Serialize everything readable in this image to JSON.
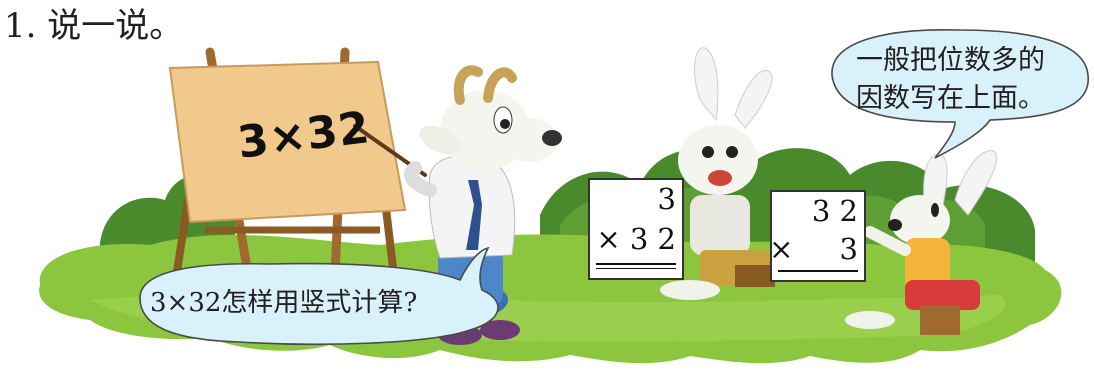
{
  "exercise": {
    "heading": "1. 说一说。"
  },
  "board": {
    "expression": "3×32"
  },
  "goat_bubble": {
    "text": "3×32怎样用竖式计算?"
  },
  "rabbit_bubble": {
    "line1": "一般把位数多的",
    "line2": "因数写在上面。"
  },
  "card_left": {
    "top": "3",
    "bottom": "× 3 2"
  },
  "card_right": {
    "top": "3 2",
    "bottom": "×     3"
  },
  "colors": {
    "grass": "#8cc63f",
    "bush": "#4c8a2e",
    "board": "#f2c98c",
    "easel": "#a0692e",
    "bubble": "#d8f1fb"
  }
}
